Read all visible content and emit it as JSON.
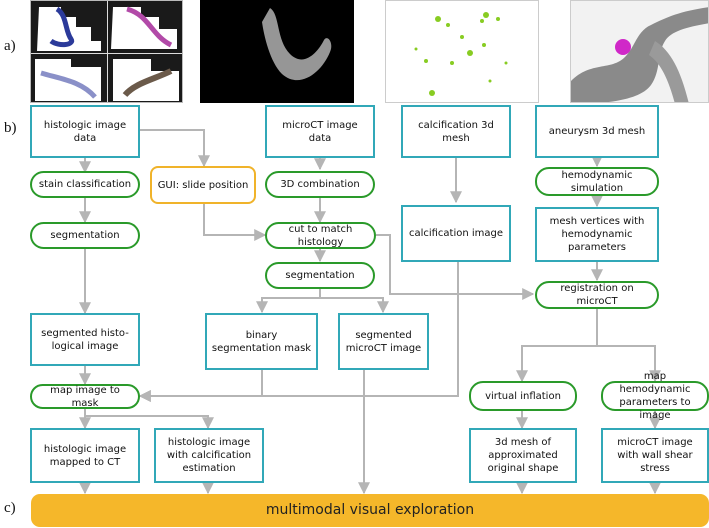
{
  "row_labels": {
    "a": "a)",
    "b": "b)",
    "c": "c)"
  },
  "colors": {
    "data_border": "#31a8b8",
    "process_border": "#2a9a2a",
    "gui_border": "#f0b32a",
    "final_fill": "#f5b72a",
    "arrow": "#b5b5b5"
  },
  "images": {
    "histology": "histology-slides-thumbnail",
    "microct": "microct-slice-thumbnail",
    "calcification": "calcification-points-thumbnail",
    "aneurysm": "aneurysm-mesh-render-thumbnail"
  },
  "nodes": {
    "histologic_image_data": "histologic image data",
    "microct_image_data": "microCT image data",
    "calcification_3d_mesh": "calcification 3d mesh",
    "aneurysm_3d_mesh": "aneurysm 3d mesh",
    "stain_classification": "stain classification",
    "gui_slide_position": "GUI: slide position",
    "combination_3d": "3D combination",
    "hemodynamic_simulation": "hemodynamic simulation",
    "segmentation_left": "segmentation",
    "cut_to_match": "cut to match histology",
    "calcification_image": "calcification image",
    "mesh_vertices": "mesh vertices with hemodynamic parameters",
    "segmentation_mid": "segmentation",
    "registration": "registration on microCT",
    "segmented_histological_image": "segmented histo-logical image",
    "binary_segmentation_mask": "binary segmentation mask",
    "segmented_microct_image": "segmented microCT image",
    "map_image_to_mask": "map image to mask",
    "virtual_inflation": "virtual inflation",
    "map_hemodynamic": "map hemodynamic parameters to image",
    "histologic_mapped": "histologic image mapped to CT",
    "histologic_calcification": "histologic image with calcification estimation",
    "mesh_original_shape": "3d mesh of approximated original shape",
    "microct_wall_shear": "microCT image with wall shear stress",
    "multimodal": "multimodal visual exploration"
  }
}
